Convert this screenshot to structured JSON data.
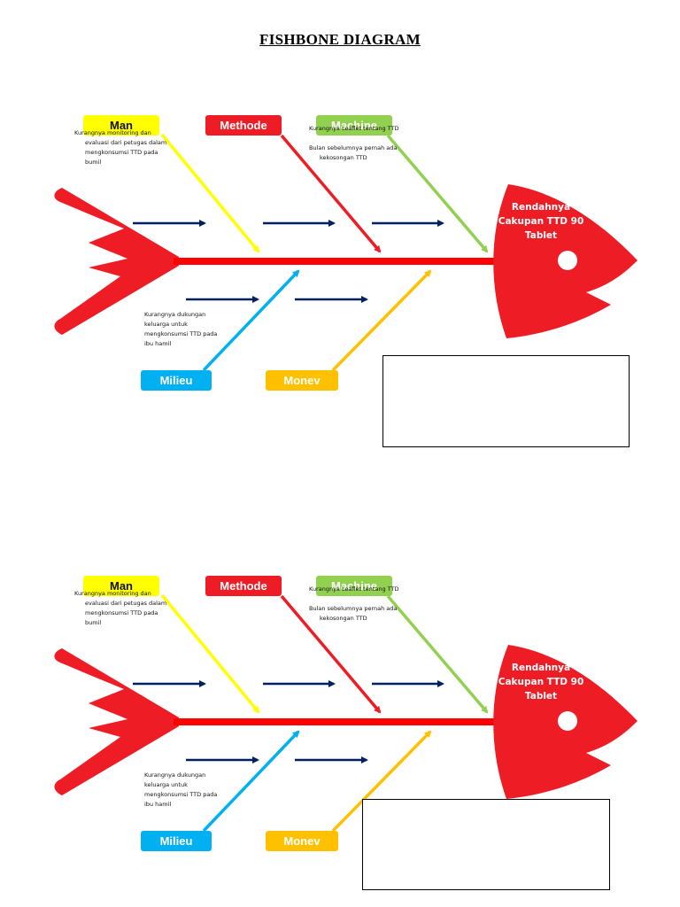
{
  "page": {
    "title": "FISHBONE DIAGRAM"
  },
  "colors": {
    "spine": "#ff0000",
    "fish": "#ee1c25",
    "man": "#ffff00",
    "methode": "#ee1c25",
    "machine": "#92d050",
    "milieu": "#00b0f0",
    "monev": "#ffc000",
    "minor_arrow": "#002060"
  },
  "diagram": {
    "categories": {
      "man": "Man",
      "methode": "Methode",
      "machine": "Machine",
      "milieu": "Milieu",
      "monev": "Monev"
    },
    "head": {
      "l1": "Rendahnya",
      "l2": "Cakupan TTD 90",
      "l3": "Tablet"
    },
    "causes": {
      "man": {
        "l1": "Kurangnya monitoring dan",
        "l2": "evaluasi dari petugas dalam",
        "l3": "mengkonsumsi TTD pada",
        "l4": "bumil"
      },
      "machine": {
        "l1": "Kurangnya Leaflet  tentang TTD",
        "l2": "Bulan sebelumnya pernah ada",
        "l3": "kekosongan TTD"
      },
      "milieu": {
        "l1": "Kurangnya dukungan",
        "l2": "keluarga untuk",
        "l3": "mengkonsumsi TTD pada",
        "l4": "ibu hamil"
      }
    }
  }
}
